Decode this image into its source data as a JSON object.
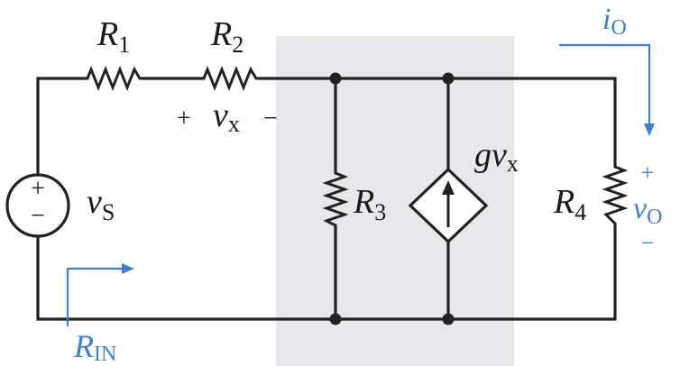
{
  "diagram": {
    "type": "circuit-schematic",
    "colors": {
      "wire": "#222222",
      "shaded_block": "#e8e8ec",
      "annotation": "#3d7fd0"
    },
    "resistors": {
      "r1": {
        "letter": "R",
        "sub": "1"
      },
      "r2": {
        "letter": "R",
        "sub": "2"
      },
      "r3": {
        "letter": "R",
        "sub": "3"
      },
      "r4": {
        "letter": "R",
        "sub": "4"
      }
    },
    "source": {
      "plus": "+",
      "minus": "−",
      "letter": "v",
      "sub": "S"
    },
    "vx": {
      "plus": "+",
      "letter": "v",
      "sub": "x",
      "minus": "−"
    },
    "dependent_source": {
      "g": "g",
      "letter": "v",
      "sub": "x"
    },
    "io": {
      "letter": "i",
      "sub": "O"
    },
    "vo": {
      "plus": "+",
      "letter": "v",
      "sub": "O",
      "minus": "−"
    },
    "rin": {
      "letter": "R",
      "sub": "IN"
    }
  }
}
